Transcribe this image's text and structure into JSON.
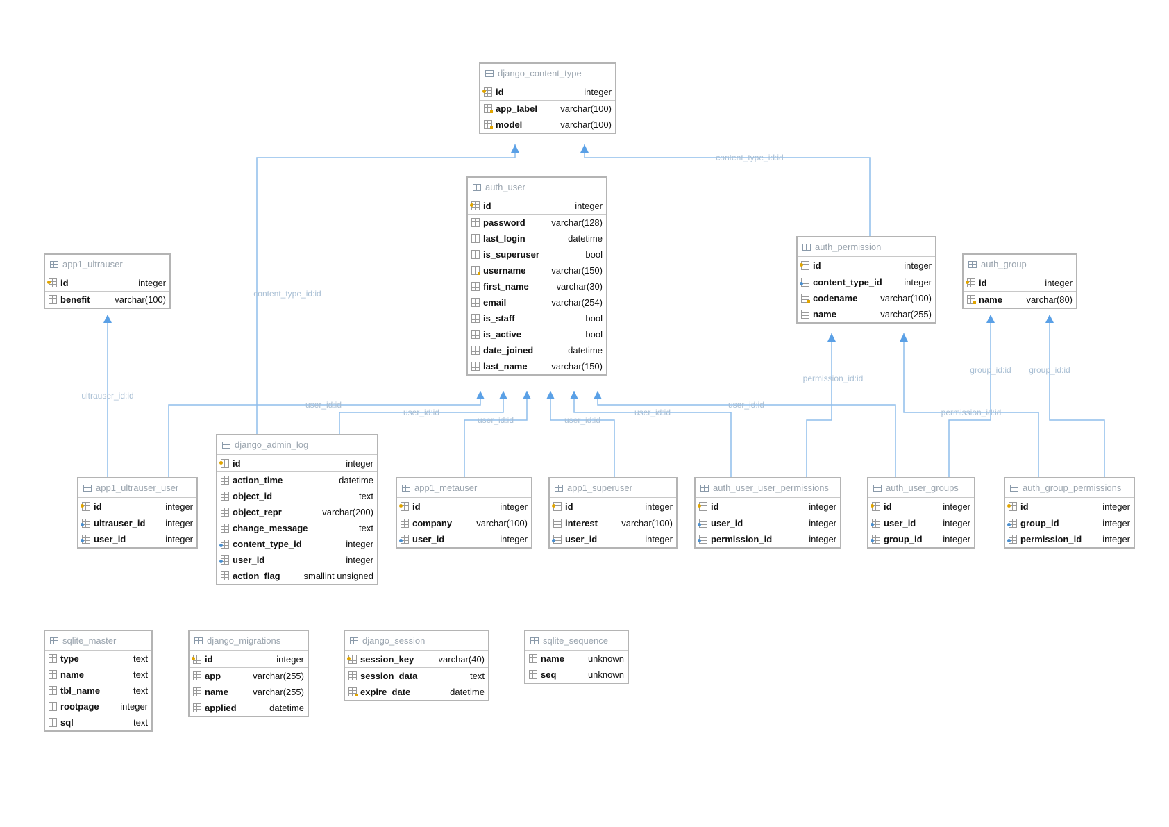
{
  "tables": {
    "django_content_type": {
      "title": "django_content_type",
      "columns": [
        {
          "name": "id",
          "type": "integer",
          "icon": "primary-key-icon"
        },
        {
          "name": "app_label",
          "type": "varchar(100)",
          "icon": "indexed-column-icon"
        },
        {
          "name": "model",
          "type": "varchar(100)",
          "icon": "indexed-column-icon"
        }
      ]
    },
    "auth_user": {
      "title": "auth_user",
      "columns": [
        {
          "name": "id",
          "type": "integer",
          "icon": "primary-key-icon"
        },
        {
          "name": "password",
          "type": "varchar(128)",
          "icon": "column-icon"
        },
        {
          "name": "last_login",
          "type": "datetime",
          "icon": "column-icon"
        },
        {
          "name": "is_superuser",
          "type": "bool",
          "icon": "column-icon"
        },
        {
          "name": "username",
          "type": "varchar(150)",
          "icon": "indexed-column-icon"
        },
        {
          "name": "first_name",
          "type": "varchar(30)",
          "icon": "column-icon"
        },
        {
          "name": "email",
          "type": "varchar(254)",
          "icon": "column-icon"
        },
        {
          "name": "is_staff",
          "type": "bool",
          "icon": "column-icon"
        },
        {
          "name": "is_active",
          "type": "bool",
          "icon": "column-icon"
        },
        {
          "name": "date_joined",
          "type": "datetime",
          "icon": "column-icon"
        },
        {
          "name": "last_name",
          "type": "varchar(150)",
          "icon": "column-icon"
        }
      ]
    },
    "app1_ultrauser": {
      "title": "app1_ultrauser",
      "columns": [
        {
          "name": "id",
          "type": "integer",
          "icon": "primary-key-icon"
        },
        {
          "name": "benefit",
          "type": "varchar(100)",
          "icon": "column-icon"
        }
      ]
    },
    "auth_permission": {
      "title": "auth_permission",
      "columns": [
        {
          "name": "id",
          "type": "integer",
          "icon": "primary-key-icon"
        },
        {
          "name": "content_type_id",
          "type": "integer",
          "icon": "foreign-key-icon"
        },
        {
          "name": "codename",
          "type": "varchar(100)",
          "icon": "indexed-column-icon"
        },
        {
          "name": "name",
          "type": "varchar(255)",
          "icon": "column-icon"
        }
      ]
    },
    "auth_group": {
      "title": "auth_group",
      "columns": [
        {
          "name": "id",
          "type": "integer",
          "icon": "primary-key-icon"
        },
        {
          "name": "name",
          "type": "varchar(80)",
          "icon": "indexed-column-icon"
        }
      ]
    },
    "django_admin_log": {
      "title": "django_admin_log",
      "columns": [
        {
          "name": "id",
          "type": "integer",
          "icon": "primary-key-icon"
        },
        {
          "name": "action_time",
          "type": "datetime",
          "icon": "column-icon"
        },
        {
          "name": "object_id",
          "type": "text",
          "icon": "column-icon"
        },
        {
          "name": "object_repr",
          "type": "varchar(200)",
          "icon": "column-icon"
        },
        {
          "name": "change_message",
          "type": "text",
          "icon": "column-icon"
        },
        {
          "name": "content_type_id",
          "type": "integer",
          "icon": "foreign-key-icon"
        },
        {
          "name": "user_id",
          "type": "integer",
          "icon": "foreign-key-icon"
        },
        {
          "name": "action_flag",
          "type": "smallint unsigned",
          "icon": "column-icon"
        }
      ]
    },
    "app1_ultrauser_user": {
      "title": "app1_ultrauser_user",
      "columns": [
        {
          "name": "id",
          "type": "integer",
          "icon": "primary-key-icon"
        },
        {
          "name": "ultrauser_id",
          "type": "integer",
          "icon": "foreign-key-icon"
        },
        {
          "name": "user_id",
          "type": "integer",
          "icon": "foreign-key-icon"
        }
      ]
    },
    "app1_metauser": {
      "title": "app1_metauser",
      "columns": [
        {
          "name": "id",
          "type": "integer",
          "icon": "primary-key-icon"
        },
        {
          "name": "company",
          "type": "varchar(100)",
          "icon": "column-icon"
        },
        {
          "name": "user_id",
          "type": "integer",
          "icon": "foreign-key-icon"
        }
      ]
    },
    "app1_superuser": {
      "title": "app1_superuser",
      "columns": [
        {
          "name": "id",
          "type": "integer",
          "icon": "primary-key-icon"
        },
        {
          "name": "interest",
          "type": "varchar(100)",
          "icon": "column-icon"
        },
        {
          "name": "user_id",
          "type": "integer",
          "icon": "foreign-key-icon"
        }
      ]
    },
    "auth_user_user_permissions": {
      "title": "auth_user_user_permissions",
      "columns": [
        {
          "name": "id",
          "type": "integer",
          "icon": "primary-key-icon"
        },
        {
          "name": "user_id",
          "type": "integer",
          "icon": "foreign-key-icon"
        },
        {
          "name": "permission_id",
          "type": "integer",
          "icon": "foreign-key-icon"
        }
      ]
    },
    "auth_user_groups": {
      "title": "auth_user_groups",
      "columns": [
        {
          "name": "id",
          "type": "integer",
          "icon": "primary-key-icon"
        },
        {
          "name": "user_id",
          "type": "integer",
          "icon": "foreign-key-icon"
        },
        {
          "name": "group_id",
          "type": "integer",
          "icon": "foreign-key-icon"
        }
      ]
    },
    "auth_group_permissions": {
      "title": "auth_group_permissions",
      "columns": [
        {
          "name": "id",
          "type": "integer",
          "icon": "primary-key-icon"
        },
        {
          "name": "group_id",
          "type": "integer",
          "icon": "foreign-key-icon"
        },
        {
          "name": "permission_id",
          "type": "integer",
          "icon": "foreign-key-icon"
        }
      ]
    },
    "sqlite_master": {
      "title": "sqlite_master",
      "columns": [
        {
          "name": "type",
          "type": "text",
          "icon": "column-icon"
        },
        {
          "name": "name",
          "type": "text",
          "icon": "column-icon"
        },
        {
          "name": "tbl_name",
          "type": "text",
          "icon": "column-icon"
        },
        {
          "name": "rootpage",
          "type": "integer",
          "icon": "column-icon"
        },
        {
          "name": "sql",
          "type": "text",
          "icon": "column-icon"
        }
      ]
    },
    "django_migrations": {
      "title": "django_migrations",
      "columns": [
        {
          "name": "id",
          "type": "integer",
          "icon": "primary-key-icon"
        },
        {
          "name": "app",
          "type": "varchar(255)",
          "icon": "column-icon"
        },
        {
          "name": "name",
          "type": "varchar(255)",
          "icon": "column-icon"
        },
        {
          "name": "applied",
          "type": "datetime",
          "icon": "column-icon"
        }
      ]
    },
    "django_session": {
      "title": "django_session",
      "columns": [
        {
          "name": "session_key",
          "type": "varchar(40)",
          "icon": "primary-key-icon"
        },
        {
          "name": "session_data",
          "type": "text",
          "icon": "column-icon"
        },
        {
          "name": "expire_date",
          "type": "datetime",
          "icon": "indexed-column-icon"
        }
      ]
    },
    "sqlite_sequence": {
      "title": "sqlite_sequence",
      "columns": [
        {
          "name": "name",
          "type": "unknown",
          "icon": "column-icon"
        },
        {
          "name": "seq",
          "type": "unknown",
          "icon": "column-icon"
        }
      ]
    }
  },
  "relations": [
    {
      "from": "django_admin_log",
      "to": "django_content_type",
      "label": "content_type_id:id"
    },
    {
      "from": "auth_permission",
      "to": "django_content_type",
      "label": "content_type_id:id"
    },
    {
      "from": "app1_ultrauser_user",
      "to": "app1_ultrauser",
      "label": "ultrauser_id:id"
    },
    {
      "from": "app1_ultrauser_user",
      "to": "auth_user",
      "label": "user_id:id"
    },
    {
      "from": "django_admin_log",
      "to": "auth_user",
      "label": "user_id:id"
    },
    {
      "from": "app1_metauser",
      "to": "auth_user",
      "label": "user_id:id"
    },
    {
      "from": "app1_superuser",
      "to": "auth_user",
      "label": "user_id:id"
    },
    {
      "from": "auth_user_user_permissions",
      "to": "auth_user",
      "label": "user_id:id"
    },
    {
      "from": "auth_user_groups",
      "to": "auth_user",
      "label": "user_id:id"
    },
    {
      "from": "auth_user_user_permissions",
      "to": "auth_permission",
      "label": "permission_id:id"
    },
    {
      "from": "auth_group_permissions",
      "to": "auth_permission",
      "label": "permission_id:id"
    },
    {
      "from": "auth_user_groups",
      "to": "auth_group",
      "label": "group_id:id"
    },
    {
      "from": "auth_group_permissions",
      "to": "auth_group",
      "label": "group_id:id"
    }
  ],
  "colors": {
    "edge": "#8fbdec",
    "arrow": "#5aa0e6",
    "label": "#a9bfd4"
  }
}
